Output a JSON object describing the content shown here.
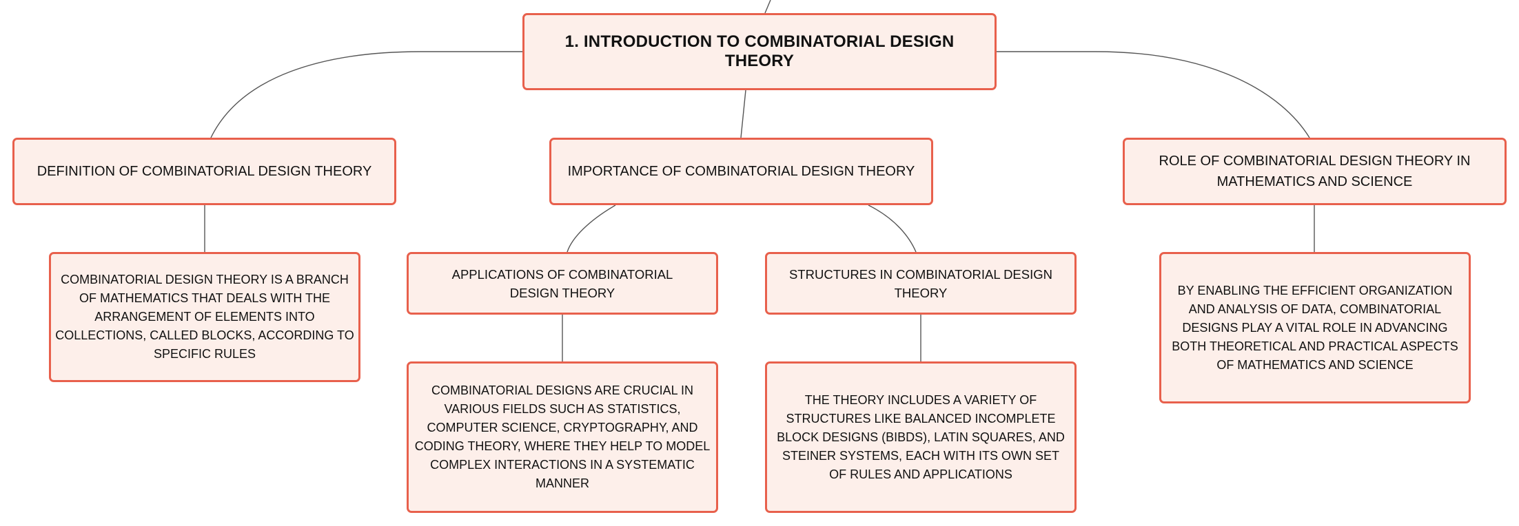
{
  "mindmap": {
    "root": {
      "label": "1. INTRODUCTION TO COMBINATORIAL DESIGN THEORY"
    },
    "definition": {
      "label": "DEFINITION OF COMBINATORIAL DESIGN THEORY",
      "detail": "COMBINATORIAL DESIGN THEORY IS A BRANCH OF MATHEMATICS THAT DEALS WITH THE ARRANGEMENT OF ELEMENTS INTO COLLECTIONS, CALLED BLOCKS, ACCORDING TO SPECIFIC RULES"
    },
    "importance": {
      "label": "IMPORTANCE OF COMBINATORIAL DESIGN THEORY",
      "applications": {
        "label": "APPLICATIONS OF COMBINATORIAL DESIGN THEORY",
        "detail": "COMBINATORIAL DESIGNS ARE CRUCIAL IN VARIOUS FIELDS SUCH AS STATISTICS, COMPUTER SCIENCE, CRYPTOGRAPHY, AND CODING THEORY, WHERE THEY HELP TO MODEL COMPLEX INTERACTIONS IN A SYSTEMATIC MANNER"
      },
      "structures": {
        "label": "STRUCTURES IN COMBINATORIAL DESIGN THEORY",
        "detail": "THE THEORY INCLUDES A VARIETY OF STRUCTURES LIKE BALANCED INCOMPLETE BLOCK DESIGNS (BIBDS), LATIN SQUARES, AND STEINER SYSTEMS, EACH WITH ITS OWN SET OF RULES AND APPLICATIONS"
      }
    },
    "role": {
      "label": "ROLE OF COMBINATORIAL DESIGN THEORY IN MATHEMATICS AND SCIENCE",
      "detail": "BY ENABLING THE EFFICIENT ORGANIZATION AND ANALYSIS OF DATA, COMBINATORIAL DESIGNS PLAY A VITAL ROLE IN ADVANCING BOTH THEORETICAL AND PRACTICAL ASPECTS OF MATHEMATICS AND SCIENCE"
    }
  },
  "colors": {
    "node_fill": "#fdefea",
    "node_border": "#e8604c",
    "connector": "#555555",
    "text": "#111111",
    "background": "#ffffff"
  }
}
